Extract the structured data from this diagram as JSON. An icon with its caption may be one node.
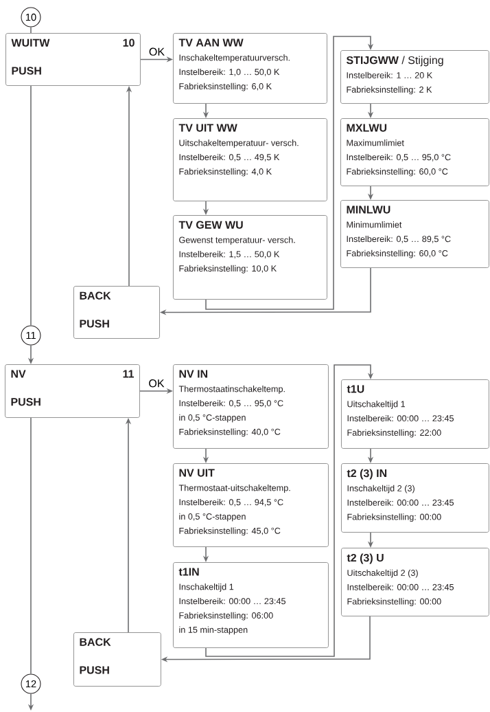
{
  "diagram": {
    "nodes": [
      {
        "text": [
          "10"
        ]
      },
      {
        "text": [
          "WUITW",
          "10",
          "PUSH"
        ]
      },
      {
        "text": [
          "TV AAN WW",
          "Inschakeltemperatuurversch.",
          "Instelbereik: 1,0 … 50,0 K",
          "Fabrieksinstelling: 6,0 K"
        ]
      },
      {
        "text": [
          "TV UIT WW",
          "Uitschakeltemperatuur- versch.",
          "Instelbereik: 0,5 … 49,5 K",
          "Fabrieksinstelling: 4,0 K"
        ]
      },
      {
        "text": [
          "TV GEW WU",
          "Gewenst temperatuur- versch.",
          "Instelbereik: 1,5 … 50,0 K",
          "Fabrieksinstelling: 10,0 K"
        ]
      },
      {
        "text": [
          "BACK",
          "PUSH"
        ]
      },
      {
        "text": [
          "**STIJGWW** / Stijging",
          "Instelbereik: 1 … 20 K",
          "Fabrieksinstelling: 2 K"
        ]
      },
      {
        "text": [
          "MXLWU",
          "Maximumlimiet",
          "Instelbereik: 0,5 … 95,0 °C",
          "Fabrieksinstelling: 60,0 °C"
        ]
      },
      {
        "text": [
          "MINLWU",
          "Minimumlimiet",
          "Instelbereik: 0,5 … 89,5 °C",
          "Fabrieksinstelling: 60,0 °C"
        ]
      },
      {
        "text": [
          "11"
        ]
      },
      {
        "text": [
          "NV",
          "11",
          "PUSH"
        ]
      },
      {
        "text": [
          "NV IN",
          "Thermostaatinschakeltemp.",
          "Instelbereik: 0,5 … 95,0 °C",
          "in 0,5 °C-stappen",
          "Fabrieksinstelling: 40,0 °C"
        ]
      },
      {
        "text": [
          "NV UIT",
          "Thermostaat-uitschakeltemp.",
          "Instelbereik: 0,5 … 94,5 °C",
          "in 0,5 °C-stappen",
          "Fabrieksinstelling: 45,0 °C"
        ]
      },
      {
        "text": [
          "t1IN",
          "Inschakeltijd 1",
          "Instelbereik: 00:00 … 23:45",
          "Fabrieksinstelling: 06:00",
          "in 15 min-stappen"
        ]
      },
      {
        "text": [
          "BACK",
          "PUSH"
        ]
      },
      {
        "text": [
          "t1U",
          "Uitschakeltijd 1",
          "Instelbereik: 00:00 … 23:45",
          "Fabrieksinstelling: 22:00"
        ]
      },
      {
        "text": [
          "t2 (3) IN",
          "Inschakeltijd 2 (3)",
          "Instelbereik: 00:00 … 23:45",
          "Fabrieksinstelling: 00:00"
        ]
      },
      {
        "text": [
          "t2 (3) U",
          "Uitschakeltijd 2 (3)",
          "Instelbereik: 00:00 … 23:45",
          "Fabrieksinstelling: 00:00"
        ]
      },
      {
        "text": [
          "12"
        ]
      }
    ],
    "edges": [
      {
        "from": 0,
        "to": 1,
        "arrow": "none"
      },
      {
        "from": 1,
        "to": 2,
        "arrow": "to",
        "label": "OK"
      },
      {
        "from": 2,
        "to": 3,
        "arrow": "to"
      },
      {
        "from": 3,
        "to": 4,
        "arrow": "to"
      },
      {
        "from": 4,
        "to": 6,
        "arrow": "to"
      },
      {
        "from": 6,
        "to": 7,
        "arrow": "to"
      },
      {
        "from": 7,
        "to": 8,
        "arrow": "to"
      },
      {
        "from": 8,
        "to": 5,
        "arrow": "to"
      },
      {
        "from": 5,
        "to": 1,
        "arrow": "to"
      },
      {
        "from": 1,
        "to": 9,
        "arrow": "none"
      },
      {
        "from": 9,
        "to": 10,
        "arrow": "to"
      },
      {
        "from": 10,
        "to": 11,
        "arrow": "to",
        "label": "OK"
      },
      {
        "from": 11,
        "to": 12,
        "arrow": "to"
      },
      {
        "from": 12,
        "to": 13,
        "arrow": "to"
      },
      {
        "from": 13,
        "to": 15,
        "arrow": "to"
      },
      {
        "from": 15,
        "to": 16,
        "arrow": "to"
      },
      {
        "from": 16,
        "to": 17,
        "arrow": "to"
      },
      {
        "from": 17,
        "to": 14,
        "arrow": "to"
      },
      {
        "from": 14,
        "to": 10,
        "arrow": "to"
      },
      {
        "from": 10,
        "to": 18,
        "arrow": "none"
      },
      {
        "from": 18,
        "to": null,
        "arrow": "to"
      }
    ]
  }
}
